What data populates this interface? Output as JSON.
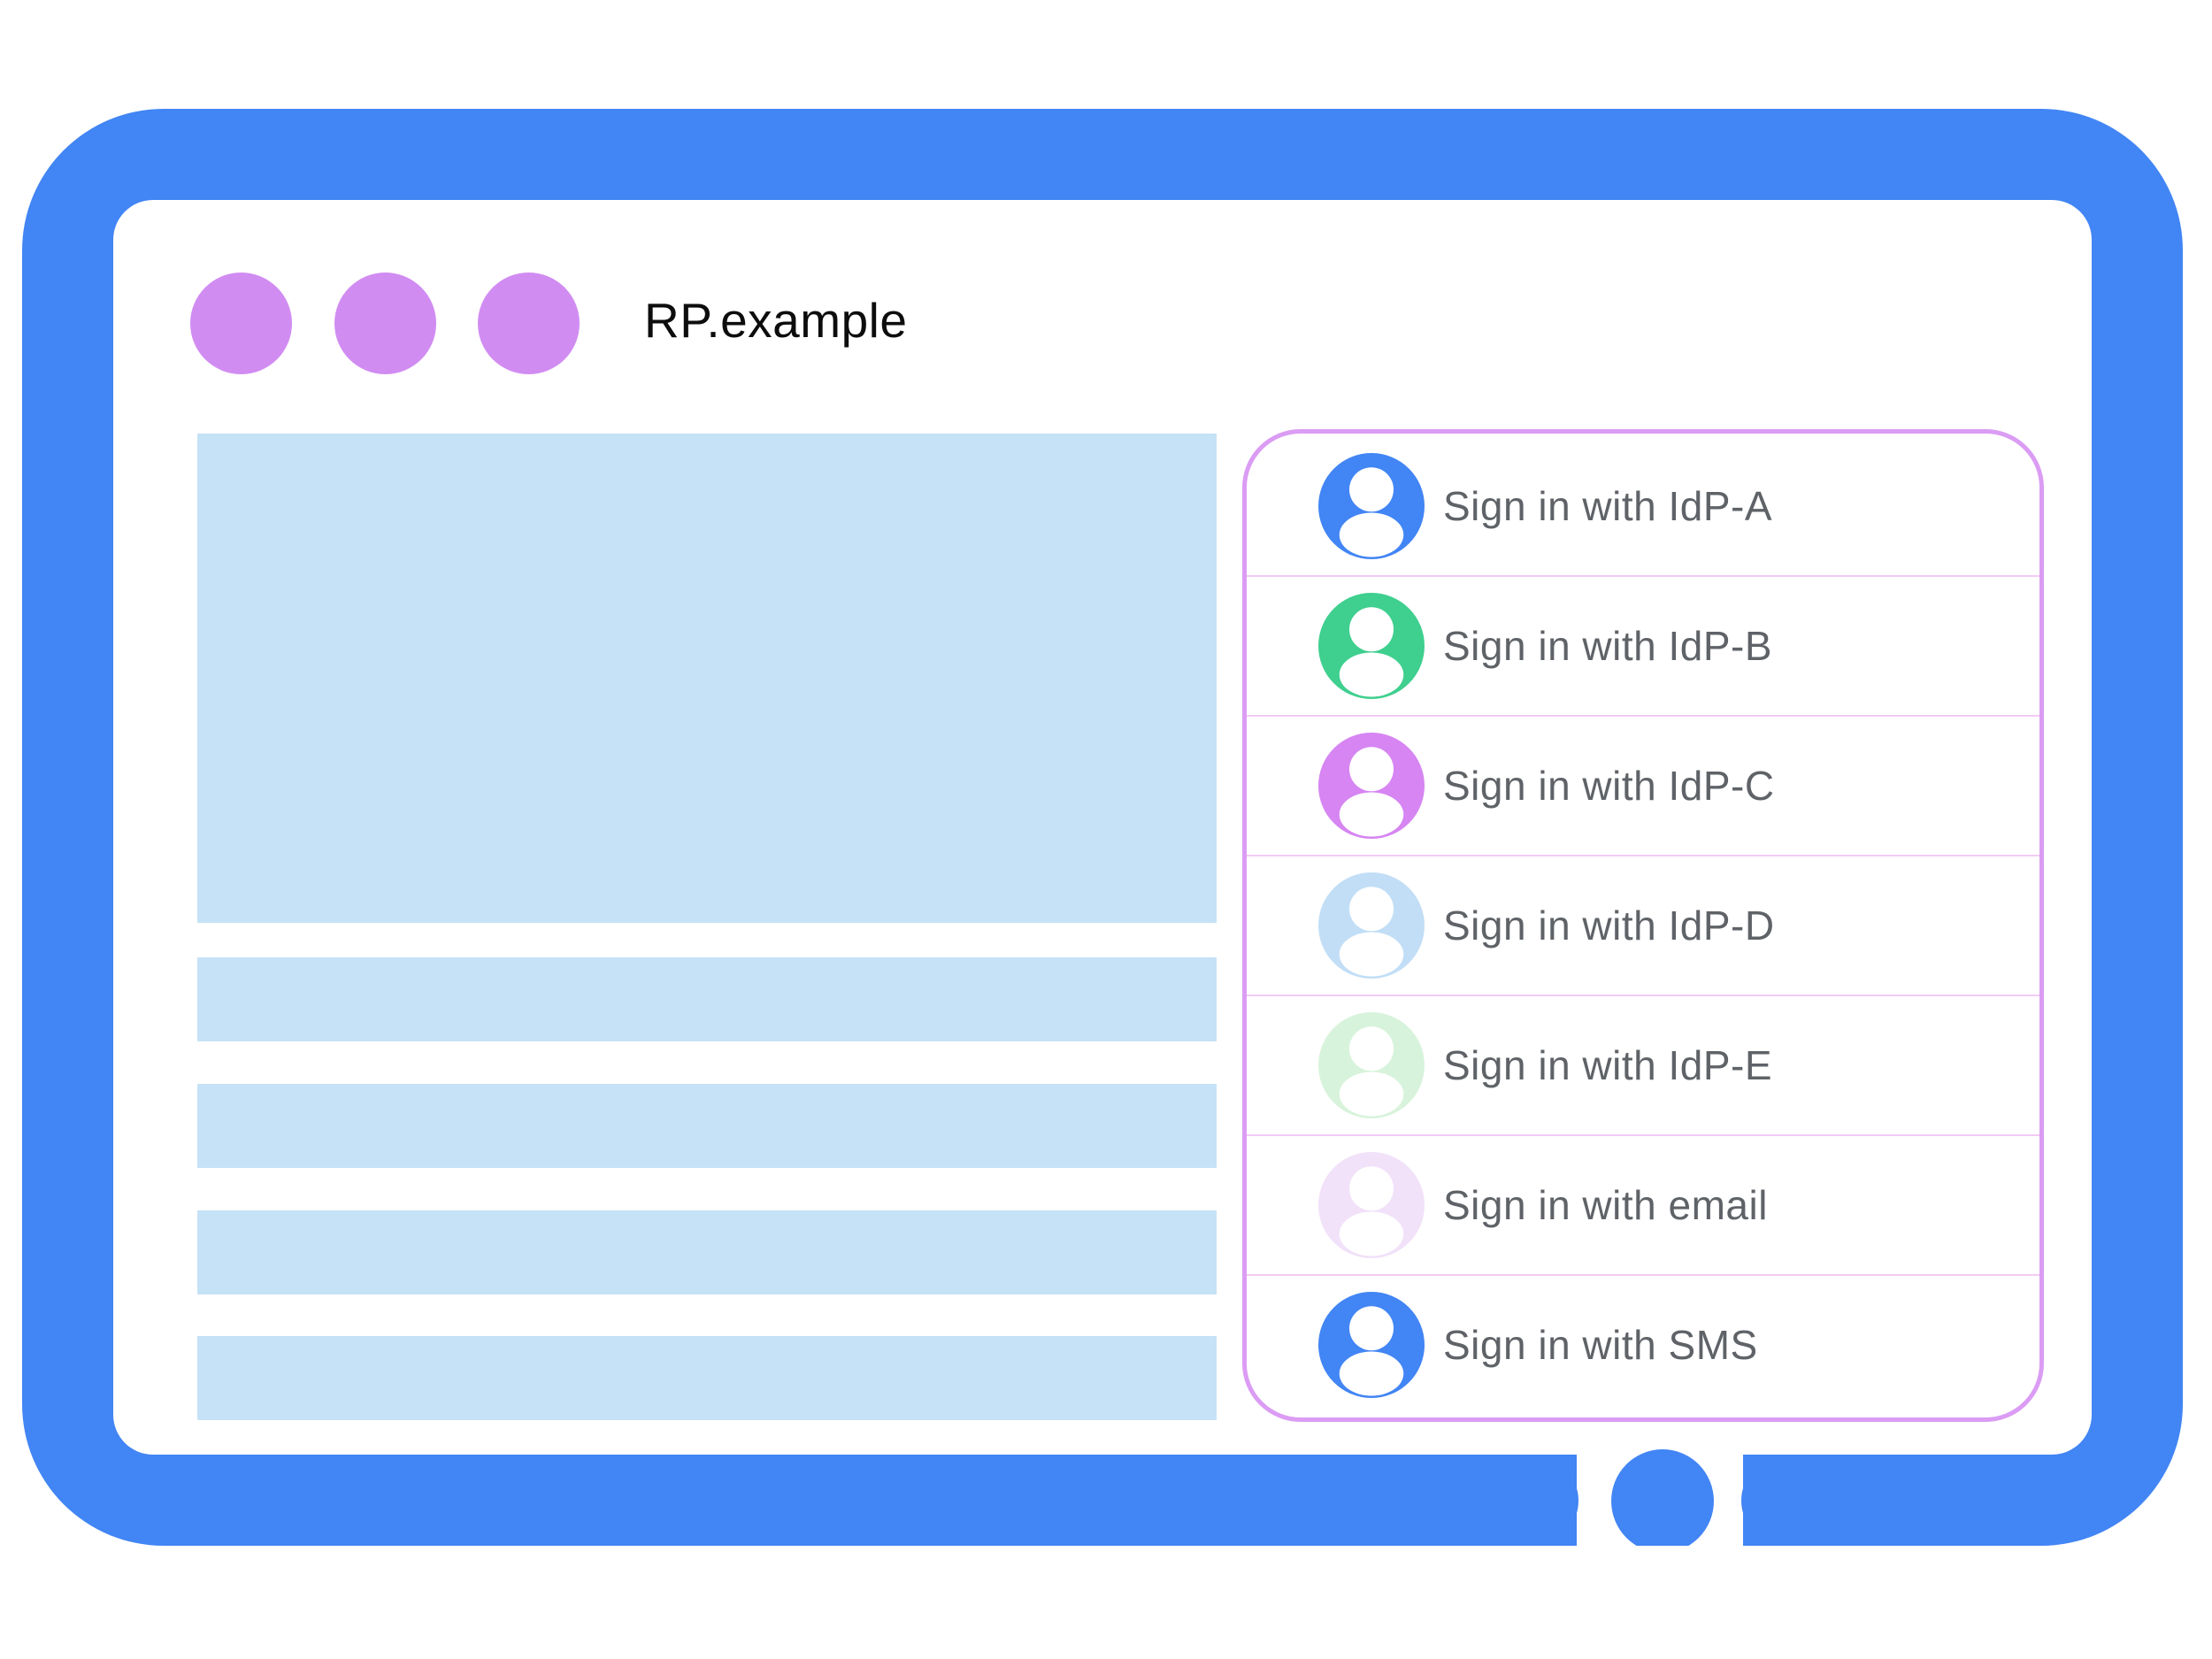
{
  "window": {
    "title": "RP.example",
    "controls": {
      "dot_count": 3
    }
  },
  "content": {
    "placeholder_hero_blocks": 1,
    "placeholder_text_lines": 4
  },
  "signin_panel": {
    "items": [
      {
        "id": "idp-a",
        "label": "Sign in with IdP-A",
        "avatar_color": "#4285f4"
      },
      {
        "id": "idp-b",
        "label": "Sign in with IdP-B",
        "avatar_color": "#3fcf8e"
      },
      {
        "id": "idp-c",
        "label": "Sign in with IdP-C",
        "avatar_color": "#d685f2"
      },
      {
        "id": "idp-d",
        "label": "Sign in with IdP-D",
        "avatar_color": "#c2def6"
      },
      {
        "id": "idp-e",
        "label": "Sign in with IdP-E",
        "avatar_color": "#d8f3db"
      },
      {
        "id": "email",
        "label": "Sign in with email",
        "avatar_color": "#f1e1f9"
      },
      {
        "id": "sms",
        "label": "Sign in with SMS",
        "avatar_color": "#4285f4"
      }
    ]
  },
  "colors": {
    "frame_blue": "#4285f4",
    "window_dot_purple": "#d18cf2",
    "placeholder_blue": "#c6e2f6",
    "panel_border_purple": "#db9cf4",
    "panel_divider_pink": "#f2cbf4",
    "option_text_gray": "#5f6368",
    "title_text": "#0d0d0d",
    "avatar_person_white": "#ffffff"
  }
}
